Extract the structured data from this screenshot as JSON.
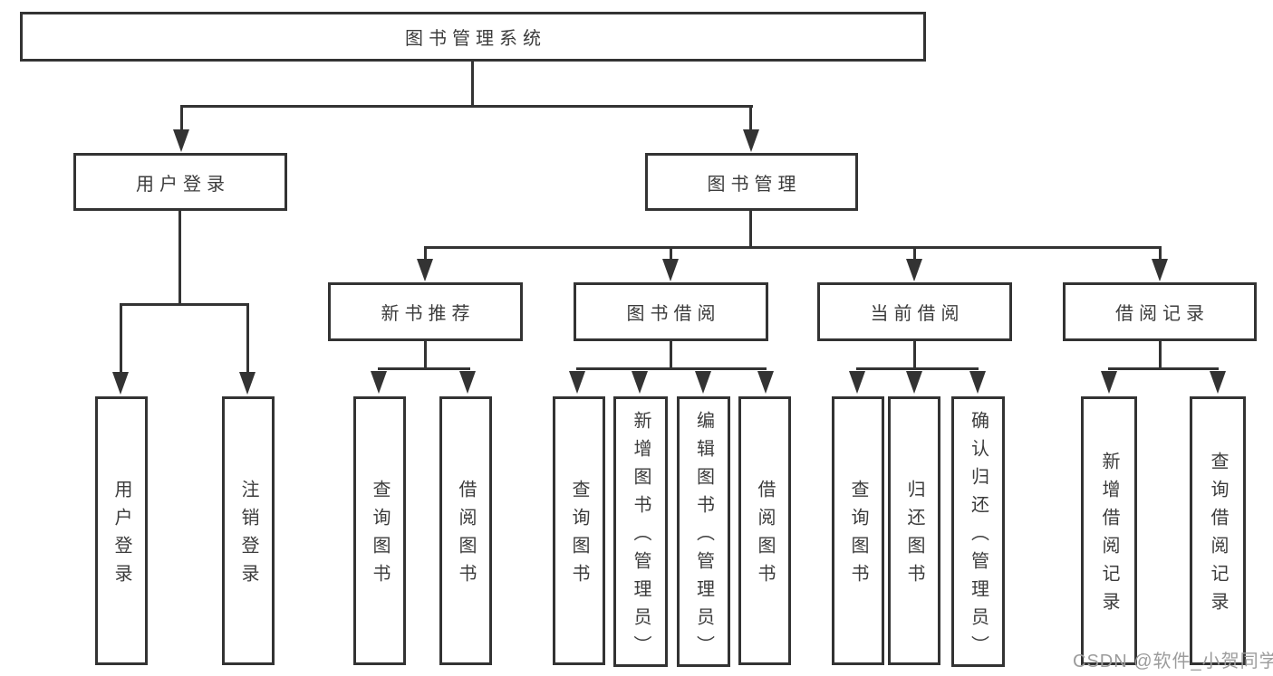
{
  "title": "图书管理系统",
  "tree": {
    "label": "图书管理系统",
    "children": [
      {
        "label": "用户登录",
        "children": [
          {
            "label": "用户登录"
          },
          {
            "label": "注销登录"
          }
        ]
      },
      {
        "label": "图书管理",
        "children": [
          {
            "label": "新书推荐",
            "children": [
              {
                "label": "查询图书"
              },
              {
                "label": "借阅图书"
              }
            ]
          },
          {
            "label": "图书借阅",
            "children": [
              {
                "label": "查询图书"
              },
              {
                "label": "新增图书（管理员）"
              },
              {
                "label": "编辑图书（管理员）"
              },
              {
                "label": "借阅图书"
              }
            ]
          },
          {
            "label": "当前借阅",
            "children": [
              {
                "label": "查询图书"
              },
              {
                "label": "归还图书"
              },
              {
                "label": "确认归还（管理员）"
              }
            ]
          },
          {
            "label": "借阅记录",
            "children": [
              {
                "label": "新增借阅记录"
              },
              {
                "label": "查询借阅记录"
              }
            ]
          }
        ]
      }
    ]
  },
  "watermark": {
    "text": "CSDN @软件_小贺同学"
  },
  "colors": {
    "line": "#333333",
    "border": "#333333",
    "text": "#3c3c3c",
    "watermark": "#9c9c9c",
    "bg": "#ffffff"
  }
}
